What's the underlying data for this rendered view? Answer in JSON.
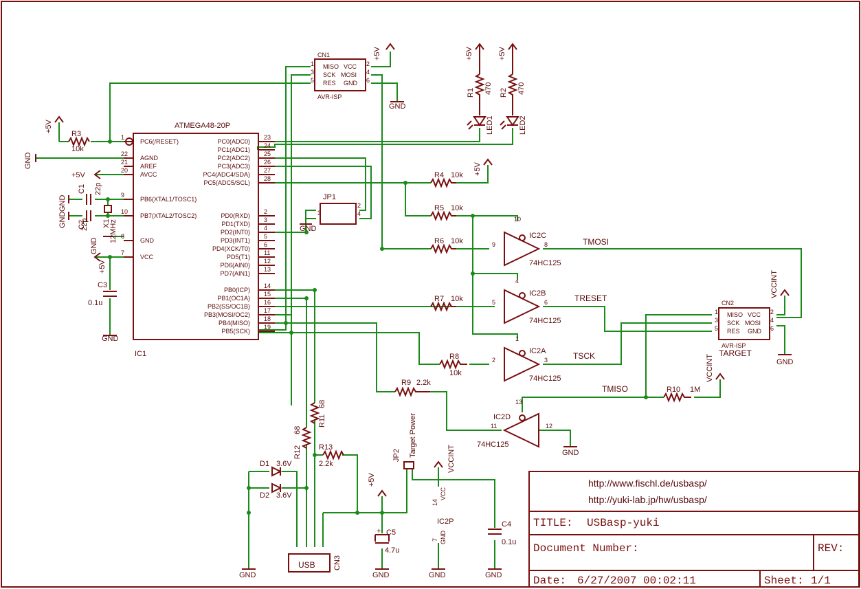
{
  "ic1": {
    "name": "ATMEGA48-20P",
    "ref": "IC1",
    "left_pins": [
      {
        "num": "1",
        "name": "PC6(/RESET)"
      },
      {
        "num": "22",
        "name": "AGND"
      },
      {
        "num": "21",
        "name": "AREF"
      },
      {
        "num": "20",
        "name": "AVCC"
      },
      {
        "num": "9",
        "name": "PB6(XTAL1/TOSC1)"
      },
      {
        "num": "10",
        "name": "PB7(XTAL2/TOSC2)"
      },
      {
        "num": "8",
        "name": "GND"
      },
      {
        "num": "7",
        "name": "VCC"
      }
    ],
    "right_pins": [
      {
        "num": "23",
        "name": "PC0(ADC0)"
      },
      {
        "num": "24",
        "name": "PC1(ADC1)"
      },
      {
        "num": "25",
        "name": "PC2(ADC2)"
      },
      {
        "num": "26",
        "name": "PC3(ADC3)"
      },
      {
        "num": "27",
        "name": "PC4(ADC4/SDA)"
      },
      {
        "num": "28",
        "name": "PC5(ADC5/SCL)"
      },
      {
        "num": "2",
        "name": "PD0(RXD)"
      },
      {
        "num": "3",
        "name": "PD1(TXD)"
      },
      {
        "num": "4",
        "name": "PD2(INT0)"
      },
      {
        "num": "5",
        "name": "PD3(INT1)"
      },
      {
        "num": "6",
        "name": "PD4(XCK/T0)"
      },
      {
        "num": "11",
        "name": "PD5(T1)"
      },
      {
        "num": "12",
        "name": "PD6(AIN0)"
      },
      {
        "num": "13",
        "name": "PD7(AIN1)"
      },
      {
        "num": "14",
        "name": "PB0(ICP)"
      },
      {
        "num": "15",
        "name": "PB1(OC1A)"
      },
      {
        "num": "16",
        "name": "PB2(SS/OC1B)"
      },
      {
        "num": "17",
        "name": "PB3(MOSI/OC2)"
      },
      {
        "num": "18",
        "name": "PB4(MISO)"
      },
      {
        "num": "19",
        "name": "PB5(SCK)"
      }
    ]
  },
  "cn1": {
    "ref": "CN1",
    "name": "AVR-ISP",
    "pins": [
      "MISO",
      "VCC",
      "SCK",
      "MOSI",
      "RES",
      "GND"
    ],
    "pin_nums": [
      "1",
      "2",
      "3",
      "4",
      "5",
      "6"
    ]
  },
  "cn2": {
    "ref": "CN2",
    "name": "AVR-ISP",
    "target": "TARGET",
    "pins": [
      "MISO",
      "VCC",
      "SCK",
      "MOSI",
      "RES",
      "GND"
    ],
    "pin_nums": [
      "1",
      "2",
      "3",
      "4",
      "5",
      "6"
    ]
  },
  "supplies": {
    "p5v": "+5V",
    "gnd": "GND",
    "vccint": "VCCINT"
  },
  "parts": {
    "r1": {
      "ref": "R1",
      "val": "470"
    },
    "r2": {
      "ref": "R2",
      "val": "470"
    },
    "r3": {
      "ref": "R3",
      "val": "10k"
    },
    "r4": {
      "ref": "R4",
      "val": "10k"
    },
    "r5": {
      "ref": "R5",
      "val": "10k"
    },
    "r6": {
      "ref": "R6",
      "val": "10k"
    },
    "r7": {
      "ref": "R7",
      "val": "10k"
    },
    "r8": {
      "ref": "R8",
      "val": "10k"
    },
    "r9": {
      "ref": "R9",
      "val": "2.2k"
    },
    "r10": {
      "ref": "R10",
      "val": "1M"
    },
    "r11": {
      "ref": "R11",
      "val": "68"
    },
    "r12": {
      "ref": "R12",
      "val": "68"
    },
    "r13": {
      "ref": "R13",
      "val": "2.2k"
    },
    "c1": {
      "ref": "C1",
      "val": "22p"
    },
    "c2": {
      "ref": "C2",
      "val": "22p"
    },
    "c3": {
      "ref": "C3",
      "val": "0.1u"
    },
    "c4": {
      "ref": "C4",
      "val": "0.1u"
    },
    "c5": {
      "ref": "C5",
      "val": "4.7u"
    },
    "x1": {
      "ref": "X1",
      "val": "12MHz"
    },
    "d1": {
      "ref": "D1",
      "val": "3.6V"
    },
    "d2": {
      "ref": "D2",
      "val": "3.6V"
    },
    "led1": {
      "ref": "LED1"
    },
    "led2": {
      "ref": "LED2"
    },
    "jp1": {
      "ref": "JP1"
    },
    "jp2": {
      "ref": "JP2",
      "val": "Target Power"
    },
    "usb": {
      "ref": "CN3",
      "val": "USB"
    }
  },
  "buffers": {
    "ic2a": {
      "ref": "IC2A",
      "val": "74HC125"
    },
    "ic2b": {
      "ref": "IC2B",
      "val": "74HC125"
    },
    "ic2c": {
      "ref": "IC2C",
      "val": "74HC125"
    },
    "ic2d": {
      "ref": "IC2D",
      "val": "74HC125"
    },
    "ic2p": {
      "ref": "IC2P",
      "vcc": "VCC",
      "gnd": "GND"
    }
  },
  "nets": {
    "tmosi": "TMOSI",
    "treset": "TRESET",
    "tsck": "TSCK",
    "tmiso": "TMISO"
  },
  "title_block": {
    "url1": "http://www.fischl.de/usbasp/",
    "url2": "http://yuki-lab.jp/hw/usbasp/",
    "title_label": "TITLE:",
    "title": "USBasp-yuki",
    "doc_label": "Document Number:",
    "rev_label": "REV:",
    "date_label": "Date:",
    "date": "6/27/2007 00:02:11",
    "sheet_label": "Sheet:",
    "sheet": "1/1"
  }
}
